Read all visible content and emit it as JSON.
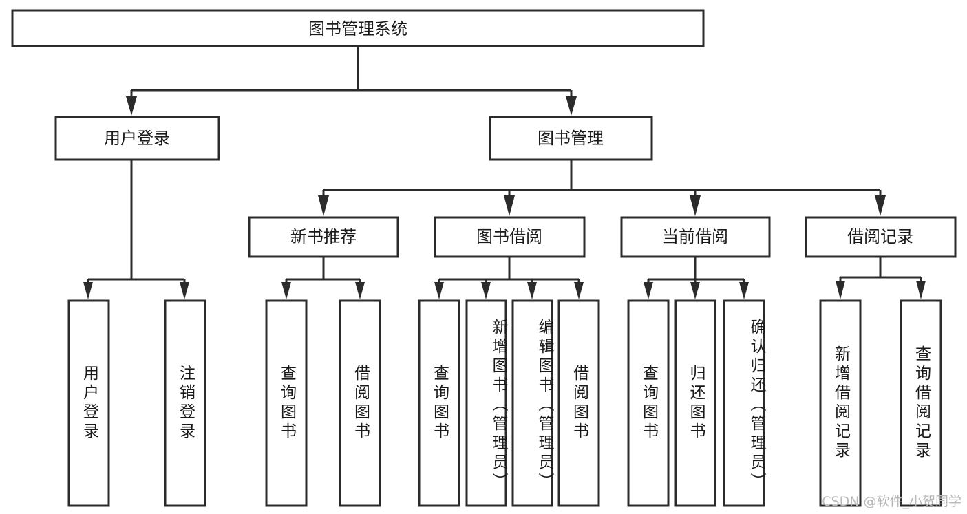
{
  "diagram": {
    "type": "tree",
    "title": "图书管理系统",
    "watermark": "CSDN @软件_小贺同学",
    "colors": {
      "box_fill": "#ffffff",
      "box_stroke": "#2b2b2b",
      "text": "#1a1a1a",
      "watermark": "#b9b9b9",
      "background": "#ffffff"
    },
    "levels": {
      "root": "图书管理系统",
      "level2": [
        "用户登录",
        "图书管理"
      ],
      "level3": [
        "新书推荐",
        "图书借阅",
        "当前借阅",
        "借阅记录"
      ],
      "leaves": [
        "用户登录",
        "注销登录",
        "查询图书",
        "借阅图书",
        "查询图书",
        "新增图书（管理员）",
        "编辑图书（管理员）",
        "借阅图书",
        "查询图书",
        "归还图书",
        "确认归还（管理员）",
        "新增借阅记录",
        "查询借阅记录"
      ]
    },
    "nodes": {
      "root": {
        "label": "图书管理系统"
      },
      "user_login": {
        "label": "用户登录"
      },
      "book_manage": {
        "label": "图书管理"
      },
      "new_book_rec": {
        "label": "新书推荐"
      },
      "book_borrow": {
        "label": "图书借阅"
      },
      "current_borrow": {
        "label": "当前借阅"
      },
      "borrow_record": {
        "label": "借阅记录"
      },
      "leaf_user_login": {
        "label": "用户登录"
      },
      "leaf_logout": {
        "label": "注销登录"
      },
      "leaf_query_book_1": {
        "label": "查询图书"
      },
      "leaf_borrow_book_1": {
        "label": "借阅图书"
      },
      "leaf_query_book_2": {
        "label": "查询图书"
      },
      "leaf_add_book_admin": {
        "label": "新增图书（管理员）"
      },
      "leaf_edit_book_admin": {
        "label": "编辑图书（管理员）"
      },
      "leaf_borrow_book_2": {
        "label": "借阅图书"
      },
      "leaf_query_book_3": {
        "label": "查询图书"
      },
      "leaf_return_book": {
        "label": "归还图书"
      },
      "leaf_confirm_return_admin": {
        "label": "确认归还（管理员）"
      },
      "leaf_add_borrow_record": {
        "label": "新增借阅记录"
      },
      "leaf_query_borrow_record": {
        "label": "查询借阅记录"
      }
    },
    "edges": [
      {
        "from": "root",
        "to": "user_login"
      },
      {
        "from": "root",
        "to": "book_manage"
      },
      {
        "from": "user_login",
        "to": "leaf_user_login"
      },
      {
        "from": "user_login",
        "to": "leaf_logout"
      },
      {
        "from": "book_manage",
        "to": "new_book_rec"
      },
      {
        "from": "book_manage",
        "to": "book_borrow"
      },
      {
        "from": "book_manage",
        "to": "current_borrow"
      },
      {
        "from": "book_manage",
        "to": "borrow_record"
      },
      {
        "from": "new_book_rec",
        "to": "leaf_query_book_1"
      },
      {
        "from": "new_book_rec",
        "to": "leaf_borrow_book_1"
      },
      {
        "from": "book_borrow",
        "to": "leaf_query_book_2"
      },
      {
        "from": "book_borrow",
        "to": "leaf_add_book_admin"
      },
      {
        "from": "book_borrow",
        "to": "leaf_edit_book_admin"
      },
      {
        "from": "book_borrow",
        "to": "leaf_borrow_book_2"
      },
      {
        "from": "current_borrow",
        "to": "leaf_query_book_3"
      },
      {
        "from": "current_borrow",
        "to": "leaf_return_book"
      },
      {
        "from": "current_borrow",
        "to": "leaf_confirm_return_admin"
      },
      {
        "from": "borrow_record",
        "to": "leaf_add_borrow_record"
      },
      {
        "from": "borrow_record",
        "to": "leaf_query_borrow_record"
      }
    ]
  }
}
